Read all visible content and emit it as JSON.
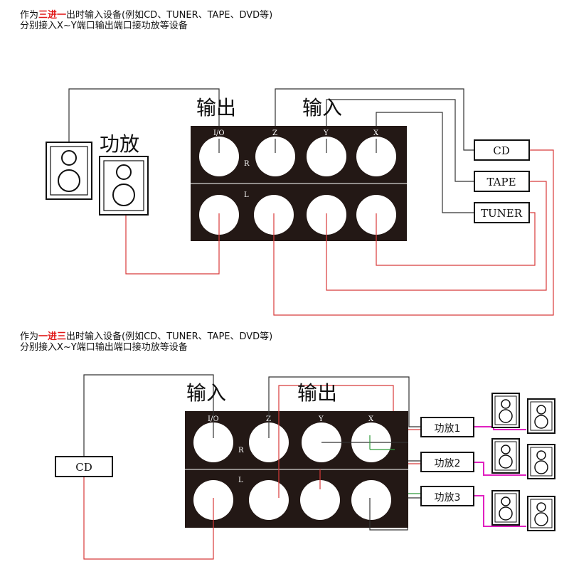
{
  "top": {
    "caption": {
      "line1_prefix": "作为",
      "line1_highlight": "三进一",
      "line1_suffix": "出时输入设备(例如CD、TUNER、TAPE、DVD等)",
      "line2": "分别接入X~Y端口输出端口接功放等设备"
    },
    "label_output": "输出",
    "label_input": "输入",
    "label_amp": "功放",
    "ports": {
      "io": "I/O",
      "z": "Z",
      "y": "Y",
      "x": "X",
      "r": "R",
      "l": "L"
    },
    "devices": {
      "cd": "CD",
      "tape": "TAPE",
      "tuner": "TUNER"
    }
  },
  "bottom": {
    "caption": {
      "line1_prefix": "作为",
      "line1_highlight": "一进三",
      "line1_suffix": "出时输入设备(例如CD、TUNER、TAPE、DVD等)",
      "line2": "分别接入X~Y端口输出端口接功放等设备"
    },
    "label_input": "输入",
    "label_output": "输出",
    "ports": {
      "io": "I/O",
      "z": "Z",
      "y": "Y",
      "x": "X",
      "r": "R",
      "l": "L"
    },
    "devices": {
      "cd": "CD"
    },
    "amps": [
      "功放1",
      "功放2",
      "功放3"
    ]
  },
  "colors": {
    "ink": "#111111",
    "panel": "#231815",
    "wire_black": "#333333",
    "wire_red": "#d83a3a",
    "wire_magenta": "#e020c0",
    "wire_green": "#2e9a3a",
    "highlight": "#e01818"
  }
}
